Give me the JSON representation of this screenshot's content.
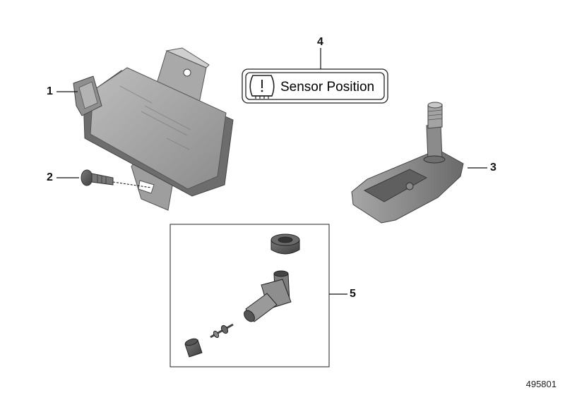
{
  "callouts": {
    "part_1": "1",
    "part_2": "2",
    "part_3": "3",
    "part_4": "4",
    "part_5": "5"
  },
  "label_sticker": {
    "text": "Sensor Position",
    "icon": "tire-pressure-warning-icon"
  },
  "diagram_number": "495801",
  "colors": {
    "part_fill": "#9a9a9a",
    "part_dark": "#5e5e5e",
    "part_light": "#c9c9c9",
    "line": "#111111"
  }
}
